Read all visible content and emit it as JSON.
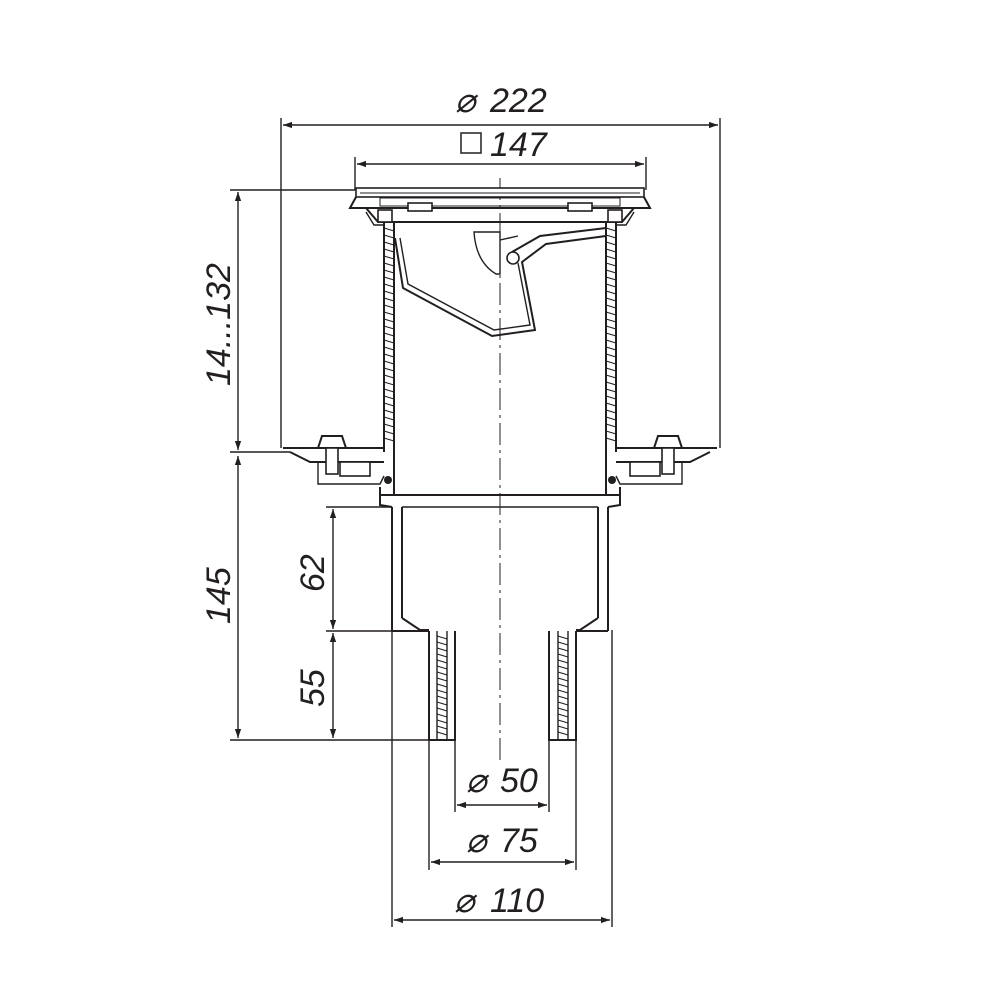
{
  "dimensions": {
    "outer_flange_diameter": {
      "symbol": "⌀",
      "value": "222"
    },
    "grate_square": {
      "symbol": "□",
      "value": "147"
    },
    "height_adjustment": {
      "value": "14...132"
    },
    "lower_body_height": {
      "value": "145"
    },
    "socket_depth_upper": {
      "value": "62"
    },
    "socket_depth_lower": {
      "value": "55"
    },
    "outlet_diameter_small": {
      "symbol": "⌀",
      "value": "50"
    },
    "outlet_diameter_mid": {
      "symbol": "⌀",
      "value": "75"
    },
    "outlet_diameter_large": {
      "symbol": "⌀",
      "value": "110"
    }
  }
}
